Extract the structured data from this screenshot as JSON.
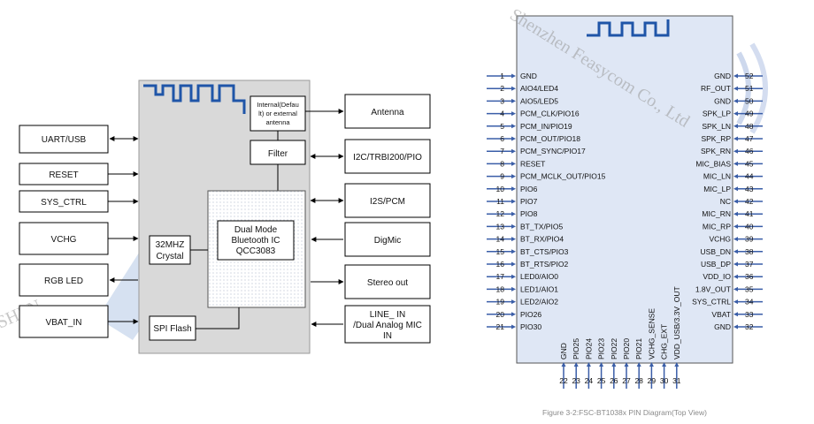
{
  "block_diagram": {
    "left_blocks": [
      "UART/USB",
      "RESET",
      "SYS_CTRL",
      "VCHG",
      "RGB LED",
      "VBAT_IN"
    ],
    "antenna_note": [
      "Internal(Defau",
      "lt) or external",
      "antenna"
    ],
    "filter": "Filter",
    "crystal": [
      "32MHZ",
      "Crystal"
    ],
    "ic": [
      "Dual Mode",
      "Bluetooth IC",
      "QCC3083"
    ],
    "spi_flash": "SPI Flash",
    "right_blocks": {
      "antenna": "Antenna",
      "i2c": "I2C/TRBI200/PIO",
      "i2s": "I2S/PCM",
      "digmic": "DigMic",
      "stereo": "Stereo out",
      "line_in": [
        "LINE_ IN",
        "/Dual Analog MIC",
        "IN"
      ]
    },
    "watermark": "SHEN"
  },
  "pin_diagram": {
    "left_pins": [
      {
        "num": "1",
        "label": "GND"
      },
      {
        "num": "2",
        "label": "AIO4/LED4"
      },
      {
        "num": "3",
        "label": "AIO5/LED5"
      },
      {
        "num": "4",
        "label": "PCM_CLK/PIO16"
      },
      {
        "num": "5",
        "label": "PCM_IN/PIO19"
      },
      {
        "num": "6",
        "label": "PCM_OUT/PIO18"
      },
      {
        "num": "7",
        "label": "PCM_SYNC/PIO17"
      },
      {
        "num": "8",
        "label": "RESET"
      },
      {
        "num": "9",
        "label": "PCM_MCLK_OUT/PIO15"
      },
      {
        "num": "10",
        "label": "PIO6"
      },
      {
        "num": "11",
        "label": "PIO7"
      },
      {
        "num": "12",
        "label": "PIO8"
      },
      {
        "num": "13",
        "label": "BT_TX/PIO5"
      },
      {
        "num": "14",
        "label": "BT_RX/PIO4"
      },
      {
        "num": "15",
        "label": "BT_CTS/PIO3"
      },
      {
        "num": "16",
        "label": "BT_RTS/PIO2"
      },
      {
        "num": "17",
        "label": "LED0/AIO0"
      },
      {
        "num": "18",
        "label": "LED1/AIO1"
      },
      {
        "num": "19",
        "label": "LED2/AIO2"
      },
      {
        "num": "20",
        "label": "PIO26"
      },
      {
        "num": "21",
        "label": "PIO30"
      }
    ],
    "right_pins": [
      {
        "num": "52",
        "label": "GND"
      },
      {
        "num": "51",
        "label": "RF_OUT"
      },
      {
        "num": "50",
        "label": "GND"
      },
      {
        "num": "49",
        "label": "SPK_LP"
      },
      {
        "num": "48",
        "label": "SPK_LN"
      },
      {
        "num": "47",
        "label": "SPK_RP"
      },
      {
        "num": "46",
        "label": "SPK_RN"
      },
      {
        "num": "45",
        "label": "MIC_BIAS"
      },
      {
        "num": "44",
        "label": "MIC_LN"
      },
      {
        "num": "43",
        "label": "MIC_LP"
      },
      {
        "num": "42",
        "label": "NC"
      },
      {
        "num": "41",
        "label": "MIC_RN"
      },
      {
        "num": "40",
        "label": "MIC_RP"
      },
      {
        "num": "39",
        "label": "VCHG"
      },
      {
        "num": "38",
        "label": "USB_DN"
      },
      {
        "num": "37",
        "label": "USB_DP"
      },
      {
        "num": "36",
        "label": "VDD_IO"
      },
      {
        "num": "35",
        "label": "1.8V_OUT"
      },
      {
        "num": "34",
        "label": "SYS_CTRL"
      },
      {
        "num": "33",
        "label": "VBAT"
      },
      {
        "num": "32",
        "label": "GND"
      }
    ],
    "bottom_pins": [
      {
        "num": "22",
        "label": "GND"
      },
      {
        "num": "23",
        "label": "PIO25"
      },
      {
        "num": "24",
        "label": "PIO24"
      },
      {
        "num": "25",
        "label": "PIO23"
      },
      {
        "num": "26",
        "label": "PIO22"
      },
      {
        "num": "27",
        "label": "PIO20"
      },
      {
        "num": "28",
        "label": "PIO21"
      },
      {
        "num": "29",
        "label": "VCHG_SENSE"
      },
      {
        "num": "30",
        "label": "CHG_EXT"
      },
      {
        "num": "31",
        "label": "VDD_USB/3.3V_OUT"
      }
    ],
    "caption": "Figure 3-2:FSC-BT1038x PIN Diagram(Top View)",
    "watermark": "Shenzhen Feasycom Co., Ltd"
  },
  "colors": {
    "antenna_trace": "#1f55a8",
    "module_fill": "#dfe7f5",
    "block_fill": "#dcdcdc",
    "pin_line": "#3a5ea8"
  }
}
